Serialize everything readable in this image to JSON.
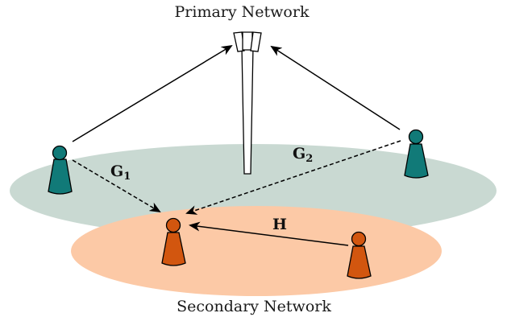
{
  "title": "Primary Network",
  "footer": "Secondary Network",
  "labels": {
    "g1": {
      "base": "G",
      "sub": "1"
    },
    "g2": {
      "base": "G",
      "sub": "2"
    },
    "h": "H"
  },
  "colors": {
    "primary_ellipse": "#c9d9d2",
    "secondary_ellipse": "#fcc9a6",
    "primary_user": "#117a78",
    "secondary_user": "#d2560f",
    "stroke": "#000000"
  },
  "icons": {
    "base_station": "tower-icon",
    "primary_user": "user-figure-icon",
    "secondary_user": "user-figure-icon"
  }
}
